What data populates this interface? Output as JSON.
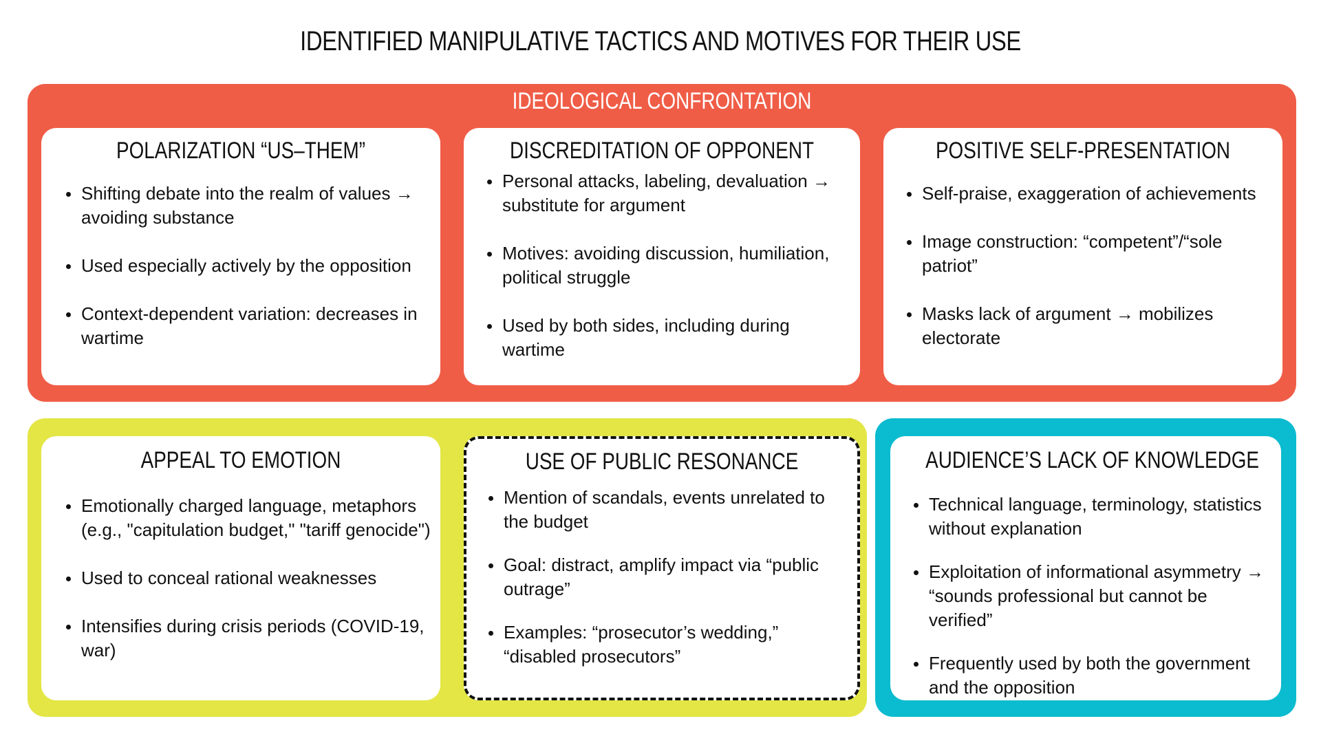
{
  "title": "IDENTIFIED MANIPULATIVE TACTICS AND MOTIVES FOR THEIR USE",
  "colors": {
    "ideological": "#F05D47",
    "emotion_group": "#E3E645",
    "knowledge_group": "#0BBBCF",
    "card": "#FFFFFF",
    "text": "#111111"
  },
  "ideological_confrontation": {
    "label": "IDEOLOGICAL CONFRONTATION",
    "polarization": {
      "title": "POLARIZATION “US–THEM”",
      "bullets": [
        "Shifting debate into the realm of values → avoiding substance",
        "Used especially actively by the opposition",
        "Context-dependent variation: decreases in wartime"
      ]
    },
    "discreditation": {
      "title": "DISCREDITATION OF OPPONENT",
      "bullets": [
        "Personal attacks, labeling, devaluation → substitute for argument",
        "Motives: avoiding discussion, humiliation, political struggle",
        "Used by both sides, including during wartime"
      ]
    },
    "self_presentation": {
      "title": "POSITIVE SELF-PRESENTATION",
      "bullets": [
        "Self-praise, exaggeration of achievements",
        "Image construction: “competent”/“sole patriot”",
        "Masks lack of argument → mobilizes electorate"
      ]
    }
  },
  "appeal_to_emotion": {
    "title": "APPEAL TO EMOTION",
    "bullets": [
      "Emotionally charged language, metaphors (e.g., \"capitulation budget,\" \"tariff genocide\")",
      "Used to conceal rational weaknesses",
      "Intensifies during crisis periods (COVID-19, war)"
    ]
  },
  "public_resonance": {
    "title": "USE OF PUBLIC RESONANCE",
    "bullets": [
      "Mention of scandals, events unrelated to the budget",
      "Goal: distract, amplify impact via “public outrage”",
      "Examples: “prosecutor’s wedding,” “disabled prosecutors”"
    ]
  },
  "lack_of_knowledge": {
    "title": "AUDIENCE’S LACK OF KNOWLEDGE",
    "bullets": [
      "Technical language, terminology, statistics without explanation",
      "Exploitation of informational asymmetry → “sounds professional but cannot be verified”",
      "Frequently used by both the government and the opposition"
    ]
  }
}
